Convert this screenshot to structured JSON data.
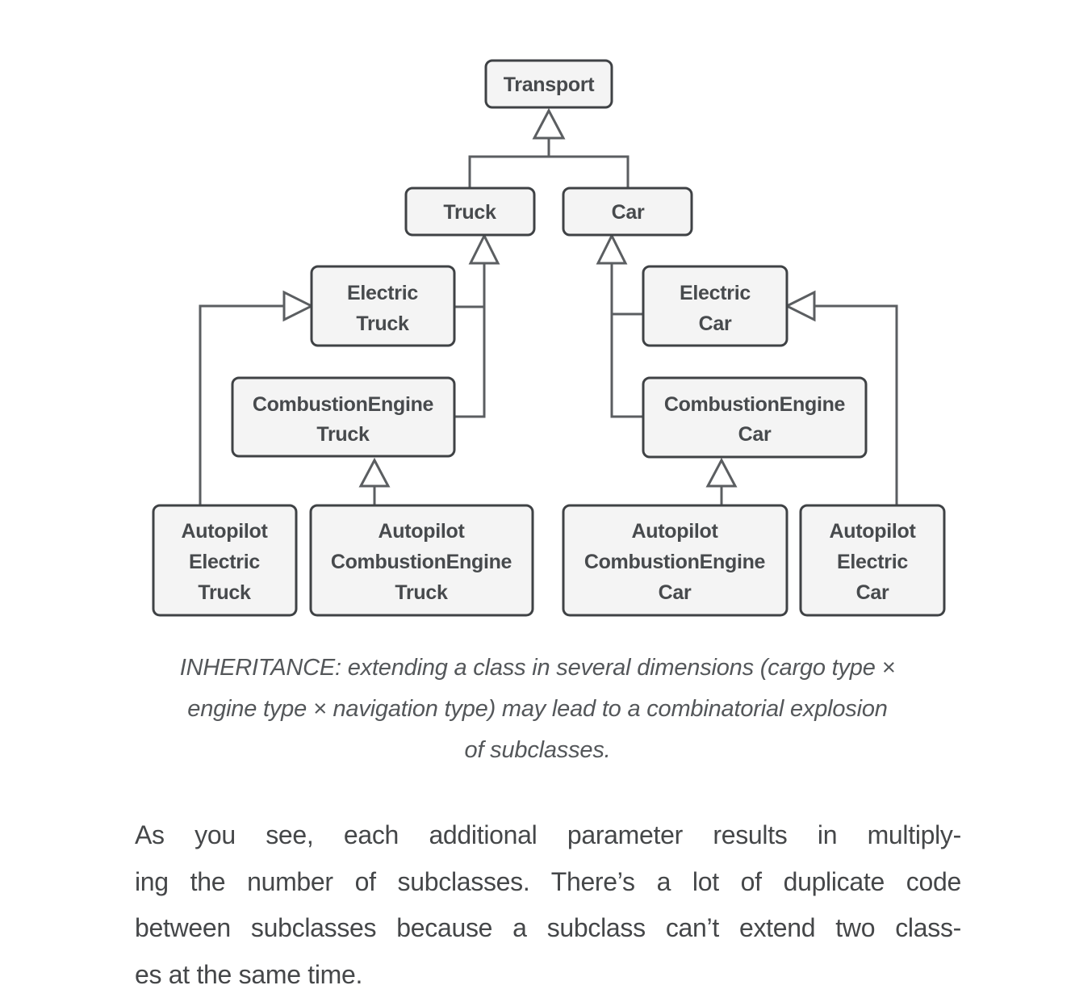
{
  "diagram": {
    "type": "uml-class-inheritance",
    "nodes": {
      "transport": {
        "label": "Transport"
      },
      "truck": {
        "label": "Truck"
      },
      "car": {
        "label": "Car"
      },
      "electric_truck": {
        "lines": [
          "Electric",
          "Truck"
        ]
      },
      "combustion_truck": {
        "lines": [
          "CombustionEngine",
          "Truck"
        ]
      },
      "electric_car": {
        "lines": [
          "Electric",
          "Car"
        ]
      },
      "combustion_car": {
        "lines": [
          "CombustionEngine",
          "Car"
        ]
      },
      "autopilot_electric_truck": {
        "lines": [
          "Autopilot",
          "Electric",
          "Truck"
        ]
      },
      "autopilot_combustion_truck": {
        "lines": [
          "Autopilot",
          "CombustionEngine",
          "Truck"
        ]
      },
      "autopilot_combustion_car": {
        "lines": [
          "Autopilot",
          "CombustionEngine",
          "Car"
        ]
      },
      "autopilot_electric_car": {
        "lines": [
          "Autopilot",
          "Electric",
          "Car"
        ]
      }
    },
    "edges": [
      {
        "from": "Truck",
        "to": "Transport",
        "type": "inheritance"
      },
      {
        "from": "Car",
        "to": "Transport",
        "type": "inheritance"
      },
      {
        "from": "ElectricTruck",
        "to": "Truck",
        "type": "inheritance"
      },
      {
        "from": "CombustionEngineTruck",
        "to": "Truck",
        "type": "inheritance"
      },
      {
        "from": "ElectricCar",
        "to": "Car",
        "type": "inheritance"
      },
      {
        "from": "CombustionEngineCar",
        "to": "Car",
        "type": "inheritance"
      },
      {
        "from": "AutopilotElectricTruck",
        "to": "ElectricTruck",
        "type": "inheritance"
      },
      {
        "from": "AutopilotCombustionEngineTruck",
        "to": "CombustionEngineTruck",
        "type": "inheritance"
      },
      {
        "from": "AutopilotCombustionEngineCar",
        "to": "CombustionEngineCar",
        "type": "inheritance"
      },
      {
        "from": "AutopilotElectricCar",
        "to": "ElectricCar",
        "type": "inheritance"
      }
    ],
    "colors": {
      "node_fill": "#f4f4f4",
      "node_border": "#3f4245",
      "line_color": "#5b5e61",
      "label_color": "#474a4d",
      "caption_color": "#54575a",
      "body_color": "#454749",
      "page_bg": "#ffffff"
    }
  },
  "caption": {
    "lines": [
      "INHERITANCE: extending a class in several dimensions (cargo type ×",
      "engine type × navigation type) may lead to a combinatorial explosion",
      "of subclasses."
    ]
  },
  "paragraph": {
    "lines": [
      "As you see, each additional parameter results in multiply-",
      "ing the number of subclasses. There’s a lot of duplicate code",
      "between subclasses because a subclass can’t extend two class-",
      "es at the same time."
    ]
  }
}
